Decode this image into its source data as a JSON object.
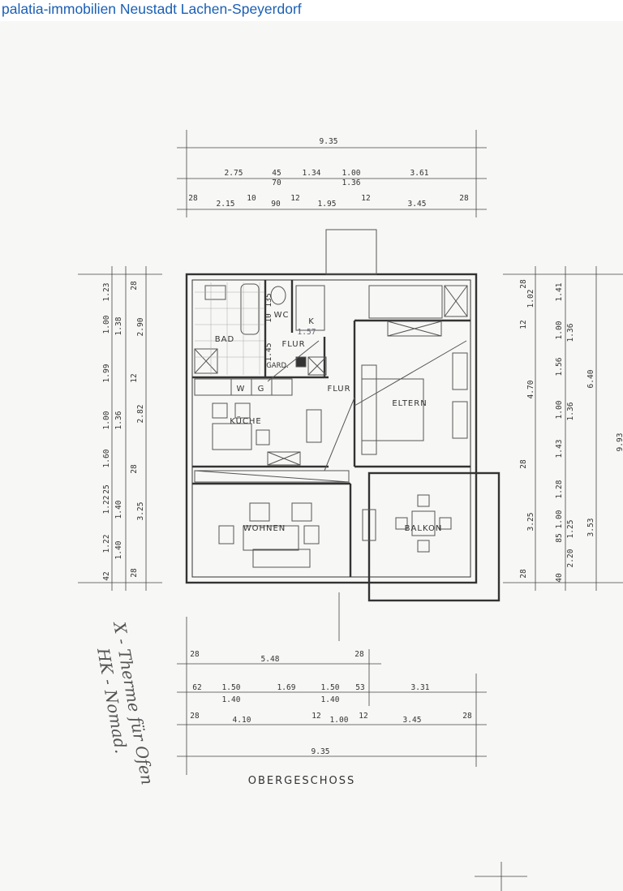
{
  "header": {
    "title": "palatia-immobilien Neustadt Lachen-Speyerdorf"
  },
  "plan": {
    "title": "OBERGESCHOSS",
    "rooms": {
      "bad": "BAD",
      "wc": "WC",
      "k": "K",
      "flur1": "FLUR",
      "gard": "GARD.",
      "flur2": "FLUR",
      "w": "W",
      "g": "G",
      "eltern": "ELTERN",
      "kueche": "KÜCHE",
      "wohnen": "WOHNEN",
      "balkon": "BALKON"
    },
    "inner_dims": [
      "10",
      "135",
      "1.45",
      "1.57"
    ],
    "dims_top": {
      "row1": [
        "9.35"
      ],
      "row2": [
        "2.75",
        "45",
        "70",
        "1.34",
        "1.00",
        "1.36",
        "3.61"
      ],
      "row3": [
        "28",
        "2.15",
        "10",
        "90",
        "12",
        "1.95",
        "12",
        "3.45",
        "28"
      ]
    },
    "dims_left": {
      "col1": [
        "1.23",
        "1.00",
        "1.99",
        "1.00",
        "1.60",
        "1.22",
        "25",
        "1.22",
        "42"
      ],
      "col2": [
        "1.38",
        "1.36",
        "1.40",
        "1.40"
      ],
      "col3": [
        "28",
        "2.90",
        "12",
        "2.82",
        "28",
        "3.25",
        "28"
      ]
    },
    "dims_right": {
      "col1": [
        "28",
        "1.02",
        "12",
        "4.70",
        "28",
        "3.25",
        "28"
      ],
      "col2": [
        "1.41",
        "1.00",
        "1.56",
        "1.00",
        "1.43",
        "1.28",
        "1.00",
        "85",
        "40"
      ],
      "col2b": [
        "1.36",
        "1.36",
        "1.25",
        "2.20"
      ],
      "col3": [
        "6.40",
        "3.53"
      ],
      "col4": [
        "9.93"
      ]
    },
    "dims_bottom": {
      "row1": [
        "28",
        "5.48",
        "28"
      ],
      "row2": [
        "62",
        "1.50",
        "1.40",
        "1.69",
        "1.50",
        "1.40",
        "53",
        "3.31"
      ],
      "row3": [
        "28",
        "4.10",
        "12",
        "1.00",
        "12",
        "3.45",
        "28"
      ],
      "row4": [
        "9.35"
      ]
    },
    "handwritten_note": [
      "X - Therme für Ofen",
      "HK - Nomad."
    ]
  }
}
